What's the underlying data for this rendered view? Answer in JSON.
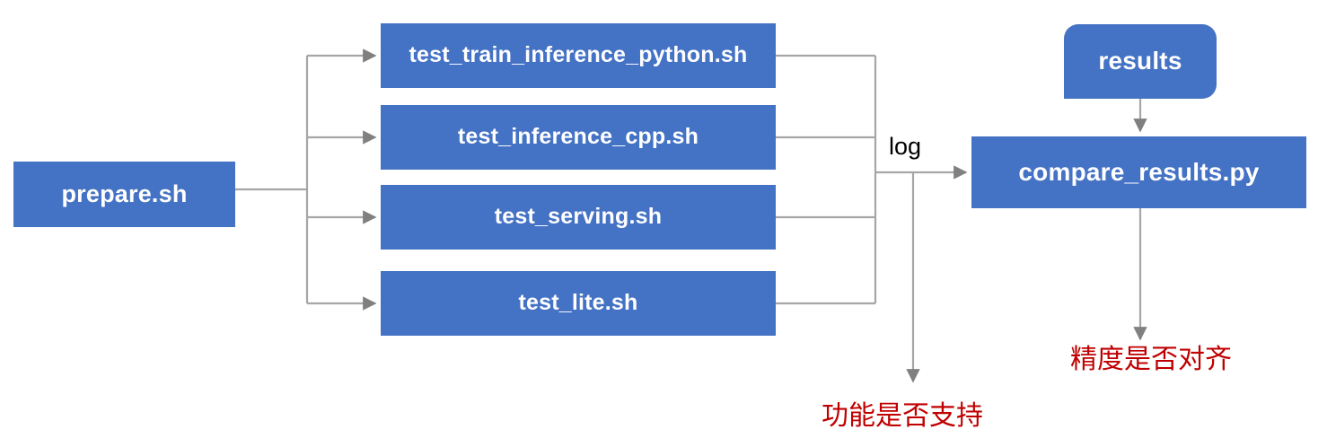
{
  "diagram": {
    "title": "PaddlePaddle TIPC test pipeline flowchart",
    "colors": {
      "node_fill": "#4472C4",
      "node_text": "#FFFFFF",
      "connector": "#A6A6A6",
      "arrowhead": "#808080",
      "note_text": "#C00000",
      "background": "#FFFFFF"
    },
    "entry": {
      "label": "prepare.sh"
    },
    "test_scripts": [
      {
        "label": "test_train_inference_python.sh"
      },
      {
        "label": "test_inference_cpp.sh"
      },
      {
        "label": "test_serving.sh"
      },
      {
        "label": "test_lite.sh"
      }
    ],
    "edge_labels": {
      "log": "log"
    },
    "results_node": {
      "label": "results"
    },
    "compare_node": {
      "label": "compare_results.py"
    },
    "notes": [
      {
        "label": "功能是否支持"
      },
      {
        "label": "精度是否对齐"
      }
    ]
  }
}
